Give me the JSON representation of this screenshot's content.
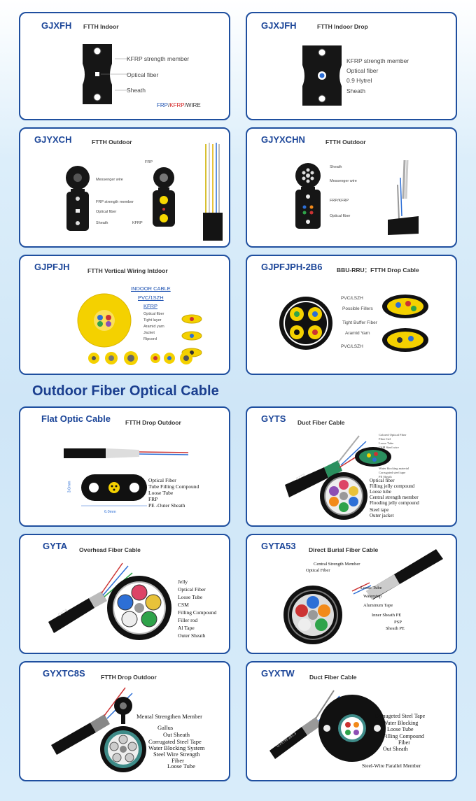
{
  "section_title": "Outdoor Fiber Optical Cable",
  "cards": {
    "gjxfh": {
      "title": "GJXFH",
      "sub": "FTTH  Indoor",
      "labels": [
        "KFRP strength member",
        "Optical fiber",
        "Sheath"
      ],
      "legend": {
        "frp": "FRP",
        "sep1": "/",
        "kfrp": "KFRP",
        "sep2": "/",
        "wire": "WIRE"
      }
    },
    "gjxjfh": {
      "title": "GJXJFH",
      "sub": "FTTH  Indoor  Drop",
      "labels": [
        "KFRP strength member",
        "Optical fiber",
        "0.9 Hytrel",
        "Sheath"
      ]
    },
    "gjyxch": {
      "title": "GJYXCH",
      "sub": "FTTH  Outdoor",
      "labels": [
        "Messenger wire",
        "FRP strength member",
        "Optical fiber",
        "Sheath",
        "FRP",
        "KFRP"
      ]
    },
    "gjyxchn": {
      "title": "GJYXCHN",
      "sub": "FTTH  Outdoor",
      "labels": [
        "Sheath",
        "Messenger wire",
        "FRP/KFRP",
        "Optical fiber"
      ]
    },
    "gjpfjh": {
      "title": "GJPFJH",
      "sub": "FTTH  Vertical Wiring Intdoor",
      "links": [
        "INDOOR  CABLE",
        "PVC/1SZH",
        "KFRP"
      ],
      "labels": [
        "Optical fiber",
        "Tight layer",
        "Aramid yarn",
        "Jacket",
        "Ripcord"
      ]
    },
    "gjpfjph": {
      "title": "GJPFJPH-2B6",
      "sub": "BBU-RRU：FTTH Drop Cable",
      "labels": [
        "PVC/LSZH",
        "Possible Fillers",
        "Tight Buffer Fiber",
        "Aramid Yarn",
        "PVC/LSZH"
      ]
    },
    "flat": {
      "title": "Flat Optic Cable",
      "sub": "FTTH  Drop Outdoor",
      "labels": [
        "Optical Fiber",
        "Tube Filling Compound",
        "Loose Tube",
        "FRP",
        "PE -Outer Sheath"
      ],
      "dim_w": "6.0mm",
      "dim_h": "3.0mm"
    },
    "gyts": {
      "title": "GYTS",
      "sub": "Duct  Fiber Cable",
      "labels_small": [
        "Colored Optical Fiber",
        "Fibre Gel",
        "Loose Tube",
        "CSM Steel wire",
        "Water blocking material",
        "Corrugated steel tape",
        "PE Sheath"
      ],
      "labels": [
        "Optical fiber",
        "Filling jelly compound",
        "Loose tube",
        "Central strength member",
        "Flooding jelly compound",
        "Steel tape",
        "Outer jacket"
      ],
      "print": "GYTS"
    },
    "gyta": {
      "title": "GYTA",
      "sub": "Overhead  Fiber Cable",
      "labels": [
        "Jelly",
        "Optical Fiber",
        "Loose Tube",
        "CSM",
        "Filling Compound",
        "Filler rod",
        "Al Tape",
        "Outer Sheath"
      ],
      "print": "GYTA"
    },
    "gyta53": {
      "title": "GYTA53",
      "sub": "Direct Burial Fiber Cable",
      "labels": [
        "Central Strength Member",
        "Optical Fiber",
        "Loose Tube",
        "Waterstop",
        "Aluminum Tape",
        "Inner Sheath PE",
        "PSP",
        "Sheath PE"
      ]
    },
    "gyxtc8s": {
      "title": "GYXTC8S",
      "sub": "FTTH  Drop Outdoor",
      "labels": [
        "Mental Strengthen Member",
        "Gallus",
        "Out Sheath",
        "Corrugated Steel Tape",
        "Water Blocking System",
        "Steel Wire Strength",
        "Fiber",
        "Loose Tube"
      ]
    },
    "gyxtw": {
      "title": "GYXTW",
      "sub": "Duct  Fiber Cable",
      "labels": [
        "Comugeted Steel Tape",
        "Water Blocking",
        "Loose Tube",
        "Filling Compound",
        "Fiber",
        "Out Sheath",
        "Steel-Wire Parallel Member"
      ],
      "print": "GYXTW-2B1.3"
    }
  }
}
